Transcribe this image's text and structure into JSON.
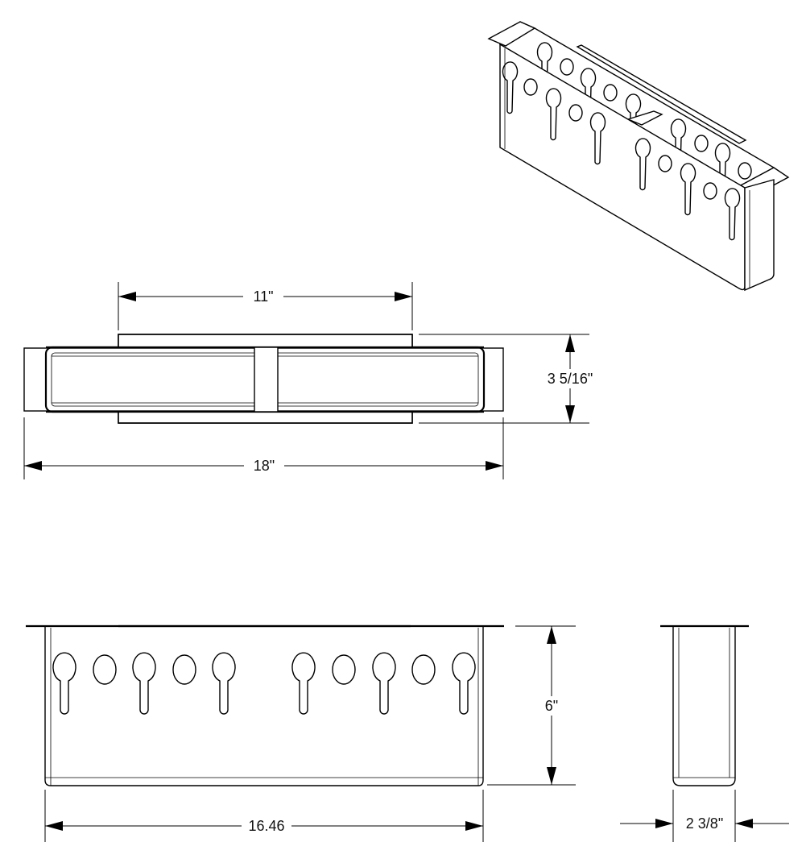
{
  "drawing": {
    "top_view": {
      "dim_flange_width": "11\"",
      "dim_depth": "3 5/16\"",
      "dim_overall_length": "18\""
    },
    "front_view": {
      "dim_height": "6\"",
      "dim_body_length": "16.46",
      "keyhole_count": 6,
      "round_hole_count": 4
    },
    "side_view": {
      "dim_width": "2 3/8\""
    }
  }
}
